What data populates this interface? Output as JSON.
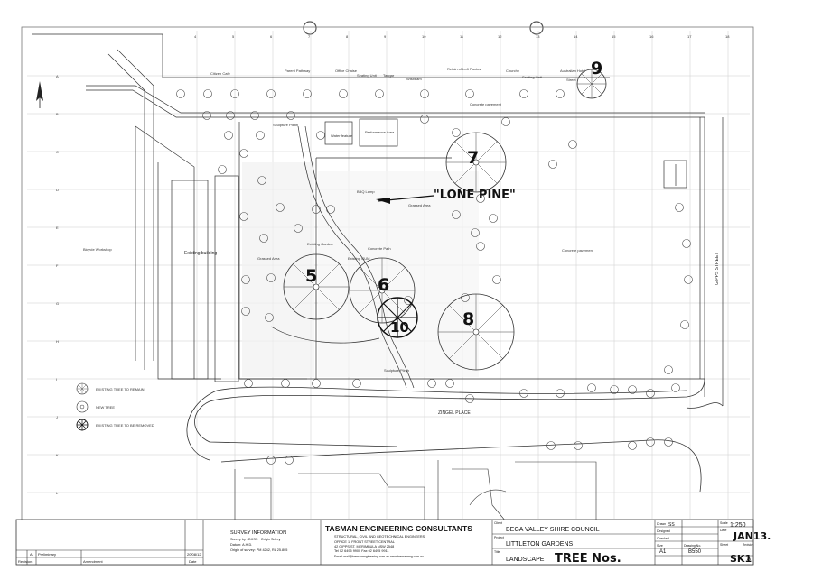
{
  "grid": {
    "columns": [
      "4",
      "5",
      "6",
      "7",
      "8",
      "9",
      "10",
      "11",
      "12",
      "13",
      "14",
      "15",
      "16",
      "17",
      "18"
    ],
    "rows": [
      "A",
      "B",
      "C",
      "D",
      "E",
      "F",
      "G",
      "H",
      "I",
      "J",
      "K",
      "L"
    ]
  },
  "features": {
    "street_top": [
      "Citizen Cafe",
      "Parent Pathway",
      "Office Chaise",
      "Seating Unit",
      "Tangar",
      "Wisbeam",
      "Retain of Loft Pantos",
      "Churchy",
      "Seating Unit",
      "Australian Hotel",
      "Street"
    ],
    "concrete_pavement_top": "Concrete pavement",
    "sculpture_plinth_top": "Sculpture Plinth",
    "water_feature": "Water feature",
    "performance_area": "Performance Area",
    "bbq_lamp": "BBQ Lamp",
    "grassed_area_center": "Grassed Area",
    "grassed_area_left": "Grassed Area",
    "existing_garden": "Existing Garden",
    "concrete_path": "Concrete Path",
    "existing_gum": "Existing GUM",
    "sculpture_plinth_bottom": "Sculpture Plinth",
    "concrete_pavement_right": "Concrete pavement",
    "bicycle_workshop": "Bicycle Workshop",
    "existing_building": "Existing building",
    "gipps_street": "GIPPS STREET",
    "zingel_place": "ZINGEL PLACE"
  },
  "legend": [
    {
      "label": "EXISTING TREE TO REMAIN",
      "icon": "tree-remain-icon"
    },
    {
      "label": "NEW TREE",
      "icon": "new-tree-icon"
    },
    {
      "label": "EXISTING TREE TO BE REMOVED",
      "icon": "tree-removed-icon"
    }
  ],
  "annotations": {
    "lone_pine": "\"LONE PINE\"",
    "tree_5": "5",
    "tree_6": "6",
    "tree_7": "7",
    "tree_8": "8",
    "tree_9": "9",
    "tree_10": "10"
  },
  "title_block": {
    "survey_heading": "SURVEY INFORMATION",
    "survey_by": "Survey by : DKSS  ·  Origin Sdvey",
    "survey_datum": "Datum: A.H.D.",
    "survey_origin": "Origin of survey: PM 4242, RL 25.805",
    "consultant": "TASMAN ENGINEERING CONSULTANTS",
    "consultant_sub": "STRUCTURAL, CIVIL AND GEOTECHNICAL ENGINEERS",
    "consultant_addr1": "OFFICE 1, FRONT STREET CENTRAL",
    "consultant_addr2": "42 GIPPS ST, MERIMBULA NSW 2548",
    "consultant_tel": "Tel 02 6495 9900  Fax 02 6495 9911",
    "consultant_email": "Email: mail@tasmanengineering.com.au  www.tasmaneng.com.au",
    "client_label": "Client",
    "client": "BEGA VALLEY SHIRE COUNCIL",
    "project_label": "Project",
    "project": "LITTLETON GARDENS",
    "title_label": "Title",
    "title": "LANDSCAPE",
    "title_hand": "TREE Nos.",
    "drawn_label": "Drawn",
    "drawn": "SS",
    "designed_label": "Designed",
    "checked_label": "Checked",
    "scale_label": "Scale",
    "scale": "1:250",
    "date_label": "Date",
    "date": "JAN13.",
    "size_label": "Size",
    "size": "A1",
    "drawing_no_label": "Drawing No.",
    "drawing_no": "B550",
    "sheet_label": "Sheet",
    "sheet": "SK1",
    "revision_label": "Revision",
    "revision": "A",
    "rev_row_code": "A",
    "rev_row_desc": "Preliminary",
    "rev_row_date": "20/08/12",
    "rev_hdr_rev": "Revision",
    "rev_hdr_amend": "Amendment",
    "rev_hdr_date": "Date"
  }
}
